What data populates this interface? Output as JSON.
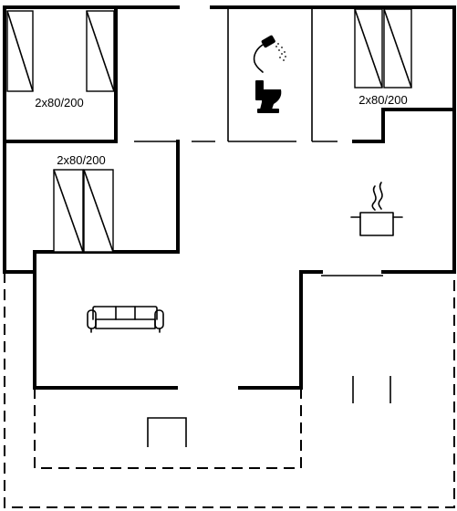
{
  "plan": {
    "rooms": {
      "bedroom_1": {
        "bed_label": "2x80/200"
      },
      "bedroom_2": {
        "bed_label": "2x80/200"
      },
      "bedroom_3": {
        "bed_label": "2x80/200"
      }
    },
    "icons": {
      "shower": "shower-icon",
      "toilet": "toilet-icon",
      "cooking_pot": "cooking-pot-icon",
      "sofa": "sofa-icon"
    },
    "colors": {
      "line": "#000000",
      "background": "#ffffff"
    }
  }
}
